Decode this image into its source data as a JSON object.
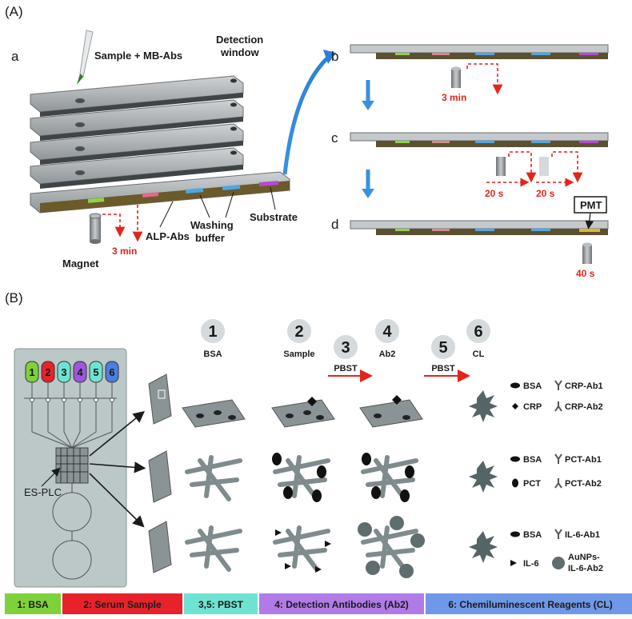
{
  "panel_A": {
    "label": "(A)",
    "sub_a": "a",
    "sub_b": "b",
    "sub_c": "c",
    "sub_d": "d",
    "sample_label": "Sample + MB-Abs",
    "detection_window_line1": "Detection",
    "detection_window_line2": "window",
    "alp_abs": "ALP-Abs",
    "washing_line1": "Washing",
    "washing_line2": "buffer",
    "substrate": "Substrate",
    "magnet": "Magnet",
    "time_a": "3 min",
    "time_b": "3 min",
    "time_c1": "20 s",
    "time_c2": "20 s",
    "time_d": "40 s",
    "pmt": "PMT"
  },
  "panel_B": {
    "label": "(B)",
    "chip_numbers": [
      "1",
      "2",
      "3",
      "4",
      "5",
      "6"
    ],
    "chip_colors": [
      "#7fd13b",
      "#e8222b",
      "#6fe3d2",
      "#9b59d9",
      "#6fe3d2",
      "#4a7fe0"
    ],
    "es_plc": "ES-PLC",
    "steps": [
      {
        "num": "1",
        "label": "BSA"
      },
      {
        "num": "2",
        "label": "Sample"
      },
      {
        "num": "3",
        "label": "PBST"
      },
      {
        "num": "4",
        "label": "Ab2"
      },
      {
        "num": "5",
        "label": "PBST"
      },
      {
        "num": "6",
        "label": "CL"
      }
    ],
    "legend_row1": {
      "a": "BSA",
      "b": "CRP-Ab1",
      "c": "CRP",
      "d": "CRP-Ab2"
    },
    "legend_row2": {
      "a": "BSA",
      "b": "PCT-Ab1",
      "c": "PCT",
      "d": "PCT-Ab2"
    },
    "legend_row3": {
      "a": "BSA",
      "b": "IL-6-Ab1",
      "c": "IL-6",
      "d1": "AuNPs-",
      "d2": "IL-6-Ab2"
    }
  },
  "legend_bar": [
    {
      "text": "1: BSA",
      "color": "#7fd13b"
    },
    {
      "text": "2: Serum Sample",
      "color": "#e8222b"
    },
    {
      "text": "3,5: PBST",
      "color": "#6fe3d2"
    },
    {
      "text": "4: Detection Antibodies (Ab2)",
      "color": "#b07be6"
    },
    {
      "text": "6: Chemiluminescent Reagents (CL)",
      "color": "#6f98e8"
    }
  ]
}
